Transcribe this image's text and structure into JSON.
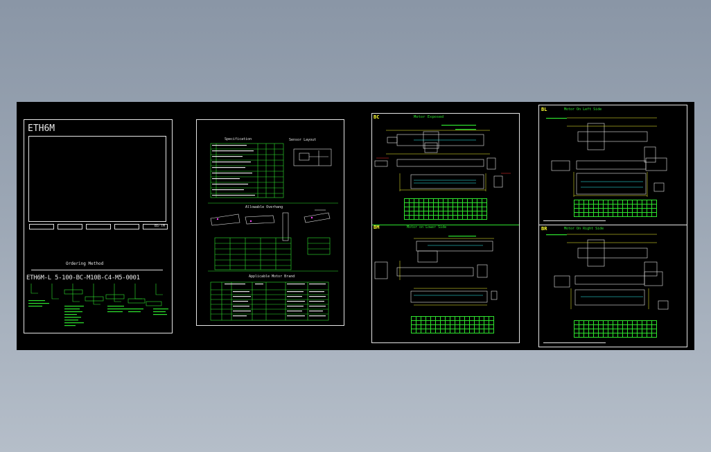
{
  "colors": {
    "background": "#000000",
    "frame": "#e6e6e6",
    "green": "#2ee62e",
    "yellow": "#ffff33",
    "cyan": "#33ffff",
    "magenta": "#ff44ff",
    "red": "#ff3333"
  },
  "sheet1": {
    "model": "ETH6M",
    "ordering_label": "Ordering Method",
    "ordering_code": "ETH6M-L 5-100-BC-M10B-C4-M5-0001",
    "side_note": "BS-TM"
  },
  "sheet2": {
    "spec_title": "Specification",
    "sensor_title": "Sensor Layout",
    "overhang_title": "Allowable Overhang",
    "motor_title": "Applicable Motor Brand"
  },
  "sheet3": {
    "bc_code": "BC",
    "bc_title": "Motor Exposed",
    "bm_code": "BM",
    "bm_title": "Motor on Lower Side"
  },
  "sheet4": {
    "bl_code": "BL",
    "bl_title": "Motor On Left Side",
    "br_code": "BR",
    "br_title": "Motor On Right Side"
  }
}
